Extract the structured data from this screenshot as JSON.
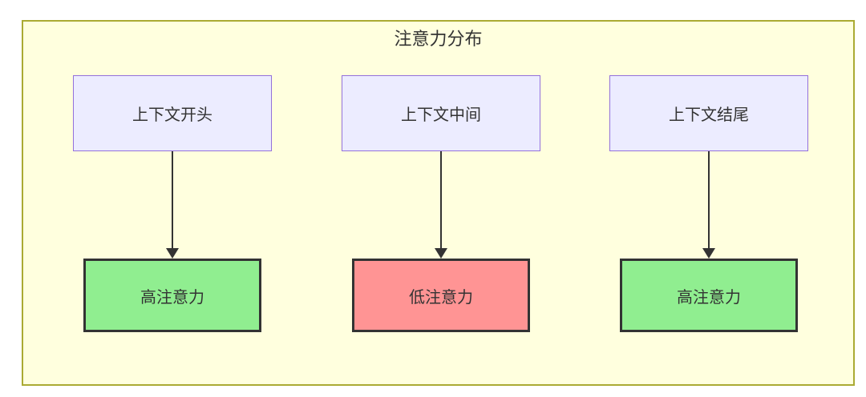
{
  "diagram": {
    "title": "注意力分布",
    "type": "flowchart",
    "columns": [
      {
        "source": "上下文开头",
        "result": "高注意力",
        "level": "high"
      },
      {
        "source": "上下文中间",
        "result": "低注意力",
        "level": "low"
      },
      {
        "source": "上下文结尾",
        "result": "高注意力",
        "level": "high"
      }
    ],
    "colors": {
      "canvas_background": "#ffffff",
      "frame_fill": "#ffffde",
      "frame_border": "#aaaa33",
      "source_node_fill": "#ececff",
      "source_node_border": "#9370db",
      "high_attention_fill": "#90ee90",
      "low_attention_fill": "#ff9494",
      "result_node_border": "#333333",
      "arrow_color": "#333333",
      "text_color": "#333333"
    }
  }
}
